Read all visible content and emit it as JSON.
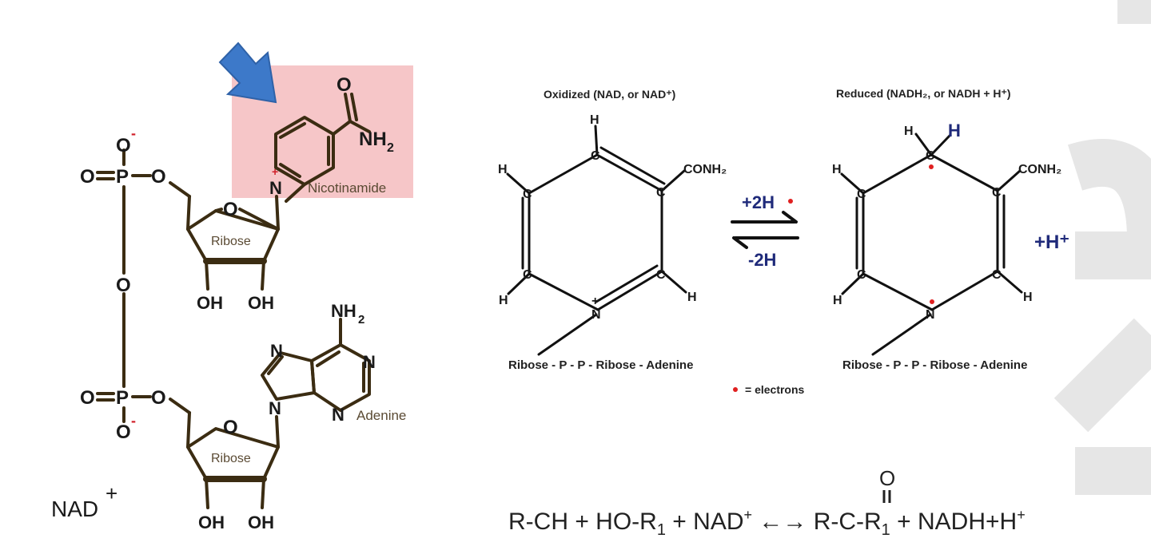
{
  "colors": {
    "bond_left": "#3b2c12",
    "bond_right": "#111111",
    "highlight_box": "#f6c6c8",
    "arrow_fill": "#3d79c9",
    "accent_navy": "#1f2a7a",
    "electron_dot": "#e02020",
    "watermark": "#e6e6e6"
  },
  "left_structure": {
    "name_main": "NAD",
    "name_charge": "+",
    "highlight_label": "Nicotinamide",
    "amide_o": "O",
    "amide_nh": "NH",
    "amide_sub": "2",
    "ring_n": "N",
    "ring_n_charge": "+",
    "upper_sugar": "Ribose",
    "lower_sugar": "Ribose",
    "ring_o": "O",
    "oh": "OH",
    "phosphorus": "P",
    "phosphate_o": "O",
    "phosphate_neg": "-",
    "bridge_o": "O",
    "adenine_label": "Adenine",
    "adenine_n": "N",
    "adenine_nh": "NH",
    "adenine_sub": "2"
  },
  "right_diagram": {
    "oxidized_title": "Oxidized (NAD, or NAD⁺)",
    "reduced_title": "Reduced (NADH₂, or NADH + H⁺)",
    "carbon": "C",
    "hydrogen": "H",
    "nitrogen": "N",
    "plus": "+",
    "conh2": "CONH₂",
    "new_h": "H",
    "forward_label": "+2H",
    "reverse_label": "-2H",
    "proton": "+H⁺",
    "tail": "Ribose - P - P - Ribose - Adenine",
    "legend": "= electrons"
  },
  "equation": {
    "left": "R-CH + HO-R",
    "left_sub": "1",
    "nad": " + NAD",
    "nad_sup": "+",
    "arrow": " ←→ ",
    "right": "R-C-R",
    "right_sub": "1",
    "tail": " + NADH+H",
    "tail_sup": "+",
    "carbonyl_o": "O"
  }
}
